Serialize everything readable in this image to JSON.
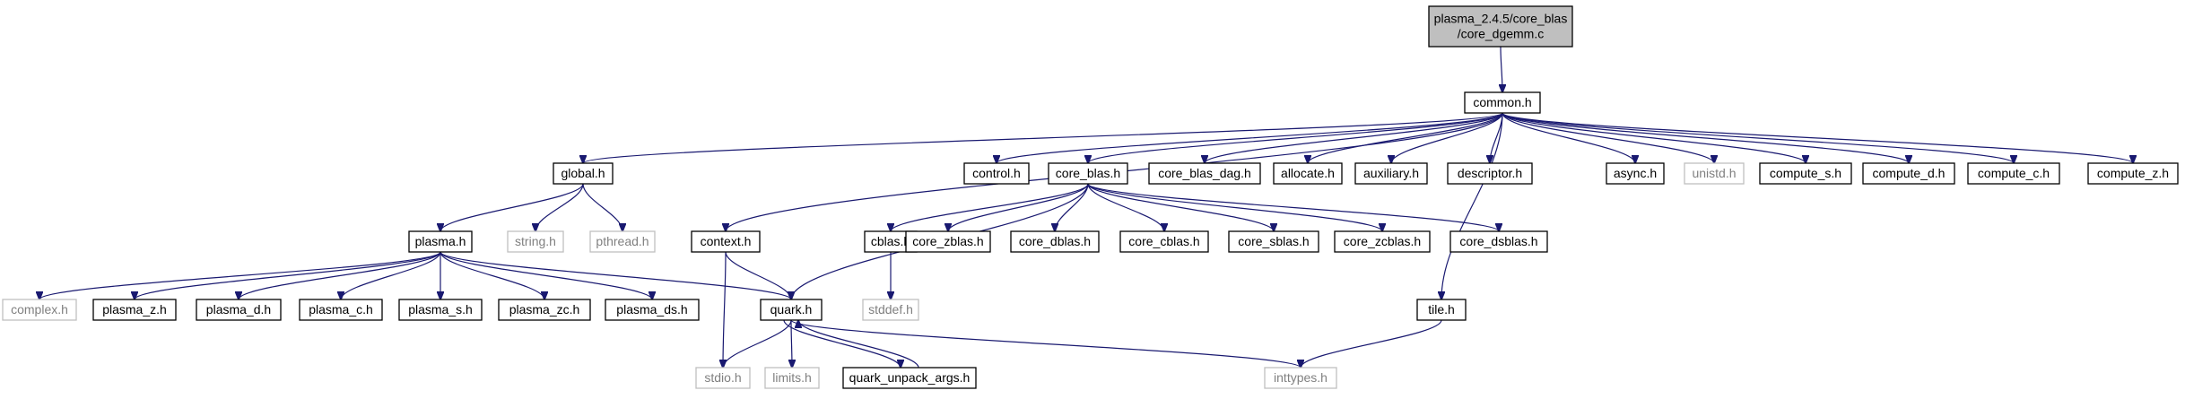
{
  "nodes": {
    "root": {
      "lines": [
        "plasma_2.4.5/core_blas",
        "/core_dgemm.c"
      ],
      "style": "root"
    },
    "common": {
      "lines": [
        "common.h"
      ],
      "style": "normal"
    },
    "global": {
      "lines": [
        "global.h"
      ],
      "style": "normal"
    },
    "control": {
      "lines": [
        "control.h"
      ],
      "style": "normal"
    },
    "core_blas": {
      "lines": [
        "core_blas.h"
      ],
      "style": "normal"
    },
    "core_blas_dag": {
      "lines": [
        "core_blas_dag.h"
      ],
      "style": "normal"
    },
    "allocate": {
      "lines": [
        "allocate.h"
      ],
      "style": "normal"
    },
    "auxiliary": {
      "lines": [
        "auxiliary.h"
      ],
      "style": "normal"
    },
    "descriptor": {
      "lines": [
        "descriptor.h"
      ],
      "style": "normal"
    },
    "async": {
      "lines": [
        "async.h"
      ],
      "style": "normal"
    },
    "unistd": {
      "lines": [
        "unistd.h"
      ],
      "style": "gray"
    },
    "compute_s": {
      "lines": [
        "compute_s.h"
      ],
      "style": "normal"
    },
    "compute_d": {
      "lines": [
        "compute_d.h"
      ],
      "style": "normal"
    },
    "compute_c": {
      "lines": [
        "compute_c.h"
      ],
      "style": "normal"
    },
    "compute_z": {
      "lines": [
        "compute_z.h"
      ],
      "style": "normal"
    },
    "plasma": {
      "lines": [
        "plasma.h"
      ],
      "style": "normal"
    },
    "string": {
      "lines": [
        "string.h"
      ],
      "style": "gray"
    },
    "pthread": {
      "lines": [
        "pthread.h"
      ],
      "style": "gray"
    },
    "context": {
      "lines": [
        "context.h"
      ],
      "style": "normal"
    },
    "cblas": {
      "lines": [
        "cblas.h"
      ],
      "style": "normal"
    },
    "core_zblas": {
      "lines": [
        "core_zblas.h"
      ],
      "style": "normal"
    },
    "core_dblas": {
      "lines": [
        "core_dblas.h"
      ],
      "style": "normal"
    },
    "core_cblas": {
      "lines": [
        "core_cblas.h"
      ],
      "style": "normal"
    },
    "core_sblas": {
      "lines": [
        "core_sblas.h"
      ],
      "style": "normal"
    },
    "core_zcblas": {
      "lines": [
        "core_zcblas.h"
      ],
      "style": "normal"
    },
    "core_dsblas": {
      "lines": [
        "core_dsblas.h"
      ],
      "style": "normal"
    },
    "complex": {
      "lines": [
        "complex.h"
      ],
      "style": "gray"
    },
    "plasma_z": {
      "lines": [
        "plasma_z.h"
      ],
      "style": "normal"
    },
    "plasma_d": {
      "lines": [
        "plasma_d.h"
      ],
      "style": "normal"
    },
    "plasma_c": {
      "lines": [
        "plasma_c.h"
      ],
      "style": "normal"
    },
    "plasma_s": {
      "lines": [
        "plasma_s.h"
      ],
      "style": "normal"
    },
    "plasma_zc": {
      "lines": [
        "plasma_zc.h"
      ],
      "style": "normal"
    },
    "plasma_ds": {
      "lines": [
        "plasma_ds.h"
      ],
      "style": "normal"
    },
    "quark": {
      "lines": [
        "quark.h"
      ],
      "style": "normal"
    },
    "stddef": {
      "lines": [
        "stddef.h"
      ],
      "style": "gray"
    },
    "tile": {
      "lines": [
        "tile.h"
      ],
      "style": "normal"
    },
    "stdio": {
      "lines": [
        "stdio.h"
      ],
      "style": "gray"
    },
    "limits": {
      "lines": [
        "limits.h"
      ],
      "style": "gray"
    },
    "quark_unpack_args": {
      "lines": [
        "quark_unpack_args.h"
      ],
      "style": "normal"
    },
    "inttypes": {
      "lines": [
        "inttypes.h"
      ],
      "style": "gray"
    }
  },
  "edges": [
    [
      "root",
      "common"
    ],
    [
      "common",
      "global"
    ],
    [
      "common",
      "control"
    ],
    [
      "common",
      "core_blas"
    ],
    [
      "common",
      "core_blas_dag"
    ],
    [
      "common",
      "allocate"
    ],
    [
      "common",
      "auxiliary"
    ],
    [
      "common",
      "descriptor"
    ],
    [
      "common",
      "async"
    ],
    [
      "common",
      "unistd"
    ],
    [
      "common",
      "compute_s"
    ],
    [
      "common",
      "compute_d"
    ],
    [
      "common",
      "compute_c"
    ],
    [
      "common",
      "compute_z"
    ],
    [
      "common",
      "context"
    ],
    [
      "common",
      "tile"
    ],
    [
      "global",
      "plasma"
    ],
    [
      "global",
      "string"
    ],
    [
      "global",
      "pthread"
    ],
    [
      "plasma",
      "complex"
    ],
    [
      "plasma",
      "plasma_z"
    ],
    [
      "plasma",
      "plasma_d"
    ],
    [
      "plasma",
      "plasma_c"
    ],
    [
      "plasma",
      "plasma_s"
    ],
    [
      "plasma",
      "plasma_zc"
    ],
    [
      "plasma",
      "plasma_ds"
    ],
    [
      "plasma",
      "quark"
    ],
    [
      "core_blas",
      "cblas"
    ],
    [
      "core_blas",
      "core_zblas"
    ],
    [
      "core_blas",
      "core_dblas"
    ],
    [
      "core_blas",
      "core_cblas"
    ],
    [
      "core_blas",
      "core_sblas"
    ],
    [
      "core_blas",
      "core_zcblas"
    ],
    [
      "core_blas",
      "core_dsblas"
    ],
    [
      "core_blas",
      "quark"
    ],
    [
      "context",
      "quark"
    ],
    [
      "context",
      "stdio"
    ],
    [
      "cblas",
      "stddef"
    ],
    [
      "quark",
      "stdio"
    ],
    [
      "quark",
      "limits"
    ],
    [
      "quark",
      "quark_unpack_args"
    ],
    [
      "quark",
      "inttypes"
    ],
    [
      "quark_unpack_args",
      "quark"
    ],
    [
      "tile",
      "inttypes"
    ]
  ]
}
